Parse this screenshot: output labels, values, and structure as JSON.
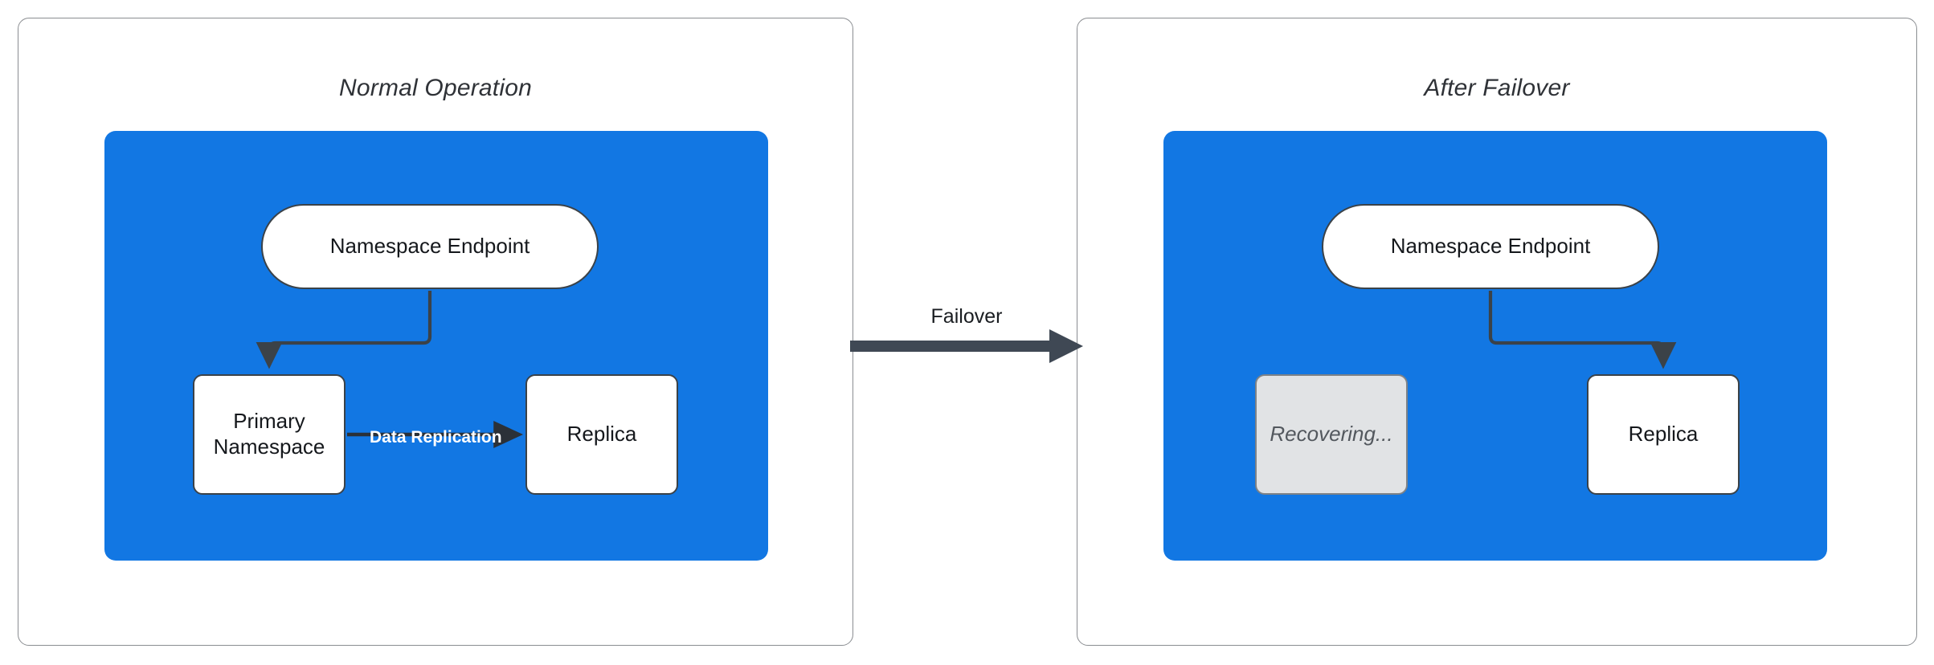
{
  "diagram": {
    "title_left": "Normal Operation",
    "title_right": "After Failover",
    "transition_label": "Failover",
    "colors": {
      "region_blue": "#1277E3",
      "node_border": "#3b4248",
      "node_fill": "#ffffff",
      "muted_fill": "#e1e3e5",
      "muted_text": "#53585e",
      "arrow_dark": "#3f4854",
      "panel_border": "#8a8d91",
      "edge_label_text": "#ffffff"
    }
  },
  "panels": [
    {
      "id": "normal-operation",
      "title": "Normal Operation",
      "nodes": [
        {
          "id": "endpoint",
          "label": "Namespace Endpoint",
          "shape": "pill",
          "state": "active"
        },
        {
          "id": "primary",
          "label": "Primary\nNamespace",
          "line1": "Primary",
          "line2": "Namespace",
          "shape": "rounded-rect",
          "state": "active"
        },
        {
          "id": "replica",
          "label": "Replica",
          "shape": "rounded-rect",
          "state": "active"
        }
      ],
      "edges": [
        {
          "from": "endpoint",
          "to": "primary",
          "label": "",
          "style": "elbow-arrow"
        },
        {
          "from": "primary",
          "to": "replica",
          "label": "Data Replication",
          "style": "straight-arrow"
        }
      ]
    },
    {
      "id": "after-failover",
      "title": "After Failover",
      "nodes": [
        {
          "id": "endpoint",
          "label": "Namespace Endpoint",
          "shape": "pill",
          "state": "active"
        },
        {
          "id": "recovering",
          "label": "Recovering...",
          "shape": "rounded-rect",
          "state": "disabled"
        },
        {
          "id": "replica",
          "label": "Replica",
          "shape": "rounded-rect",
          "state": "active"
        }
      ],
      "edges": [
        {
          "from": "endpoint",
          "to": "replica",
          "label": "",
          "style": "elbow-arrow"
        }
      ]
    }
  ],
  "transition": {
    "label": "Failover",
    "direction": "left-to-right",
    "icon": "arrow-right-icon"
  }
}
